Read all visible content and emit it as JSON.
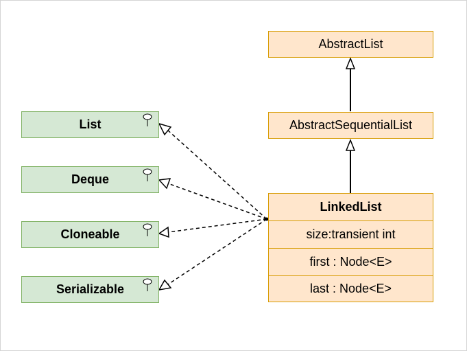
{
  "interfaces": [
    {
      "label": "List"
    },
    {
      "label": "Deque"
    },
    {
      "label": "Cloneable"
    },
    {
      "label": "Serializable"
    }
  ],
  "classes": {
    "abstract_list": "AbstractList",
    "abstract_sequential_list": "AbstractSequentialList"
  },
  "linked_list": {
    "name": "LinkedList",
    "fields": [
      "size:transient int",
      "first : Node<E>",
      "last : Node<E>"
    ]
  },
  "colors": {
    "interface_fill": "#d5e8d4",
    "interface_stroke": "#82b366",
    "class_fill": "#ffe6cc",
    "class_stroke": "#d79b00",
    "edge": "#000000"
  }
}
